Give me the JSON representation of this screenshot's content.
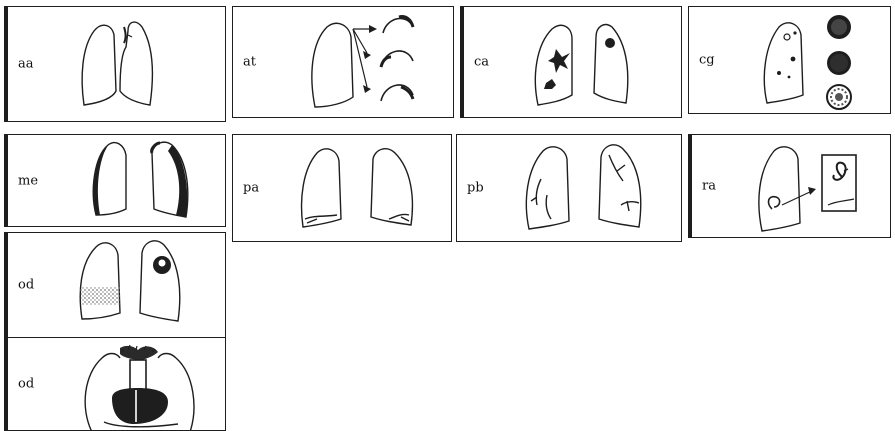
{
  "panels": {
    "aa": {
      "label": "aa"
    },
    "at": {
      "label": "at"
    },
    "ca": {
      "label": "ca"
    },
    "cg": {
      "label": "cg"
    },
    "me": {
      "label": "me"
    },
    "pa": {
      "label": "pa"
    },
    "pb": {
      "label": "pb"
    },
    "ra": {
      "label": "ra"
    },
    "od1": {
      "label": "od"
    },
    "od2": {
      "label": "od"
    }
  },
  "colors": {
    "ink": "#1e1e1e",
    "paper": "#ffffff",
    "stipple": "#7a7a7a"
  }
}
